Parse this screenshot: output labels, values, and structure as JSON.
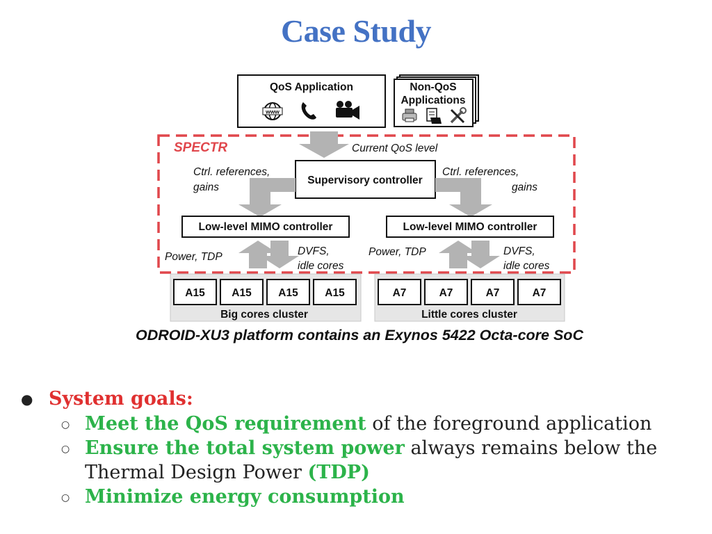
{
  "slide": {
    "title": "Case Study",
    "caption": "ODROID-XU3 platform contains an Exynos 5422 Octa-core SoC"
  },
  "diagram": {
    "qos_app": {
      "label": "QoS Application",
      "icons": [
        "www-globe-icon",
        "phone-icon",
        "video-camera-icon"
      ]
    },
    "nonqos_app": {
      "label_line1": "Non-QoS",
      "label_line2": "Applications",
      "icons": [
        "printer-icon",
        "document-folder-icon",
        "tools-icon"
      ]
    },
    "spectr_label": "SPECTR",
    "current_qos": "Current QoS level",
    "supervisory": "Supervisory controller",
    "ctrl_left_1": "Ctrl. references,",
    "ctrl_left_2": "gains",
    "ctrl_right_1": "Ctrl. references,",
    "ctrl_right_2": "gains",
    "mimo_left": "Low-level MIMO controller",
    "mimo_right": "Low-level MIMO controller",
    "power_left": "Power, TDP",
    "power_right": "Power, TDP",
    "dvfs_left_1": "DVFS,",
    "dvfs_left_2": "idle cores",
    "dvfs_right_1": "DVFS,",
    "dvfs_right_2": "idle cores",
    "big_cores": [
      "A15",
      "A15",
      "A15",
      "A15"
    ],
    "little_cores": [
      "A7",
      "A7",
      "A7",
      "A7"
    ],
    "big_cluster": "Big cores cluster",
    "little_cluster": "Little cores cluster",
    "colors": {
      "dashed_border": "#e0474c",
      "spectr_text": "#e0474c",
      "arrow_fill": "#b3b3b3",
      "cluster_fill": "#e6e6e6"
    }
  },
  "goals": {
    "heading": "System goals:",
    "item1_green": "Meet the QoS requirement",
    "item1_rest": " of the foreground application",
    "item2_green": "Ensure the total system power",
    "item2_rest": " always remains below the",
    "item2_line2": "Thermal Design Power ",
    "item2_green2": "(TDP)",
    "item3_green": "Minimize energy consumption",
    "colors": {
      "heading": "#e03030",
      "highlight": "#2cb34a"
    }
  }
}
